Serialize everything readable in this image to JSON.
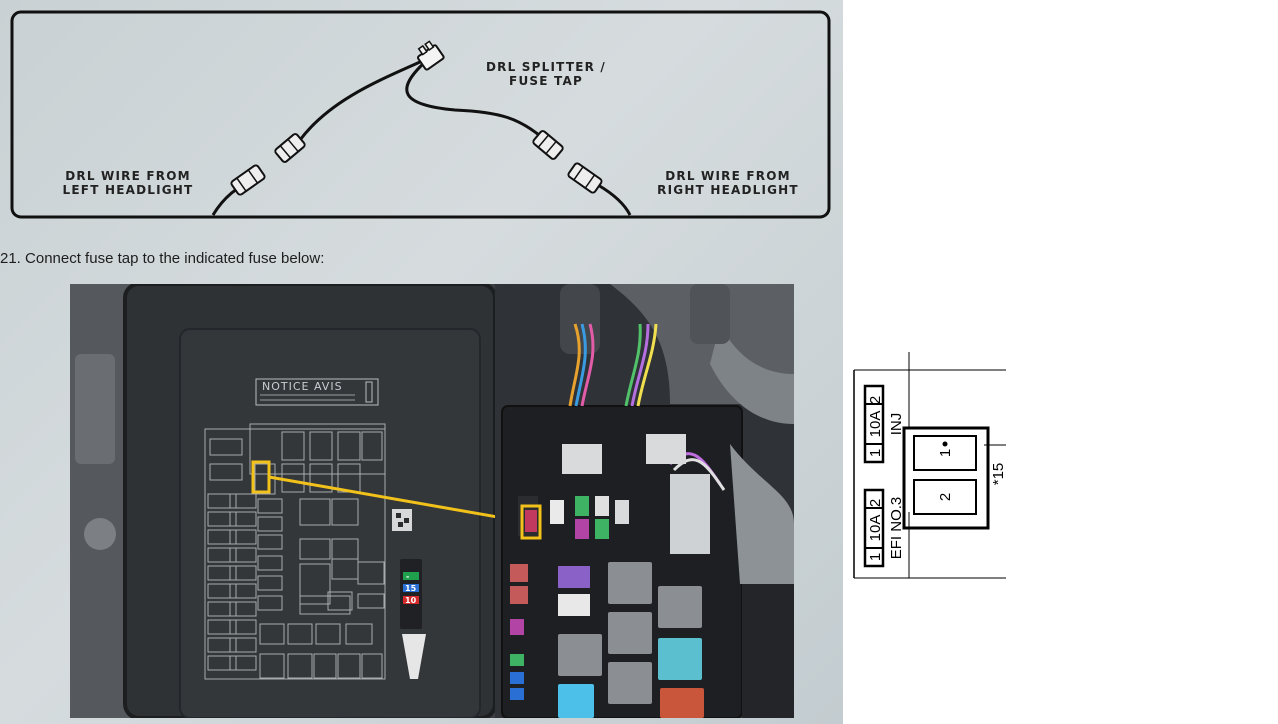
{
  "wiring": {
    "splitter_label_line1": "DRL SPLITTER /",
    "splitter_label_line2": "FUSE TAP",
    "left_label_line1": "DRL WIRE FROM",
    "left_label_line2": "LEFT HEADLIGHT",
    "right_label_line1": "DRL WIRE FROM",
    "right_label_line2": "RIGHT HEADLIGHT"
  },
  "step": {
    "text": "21. Connect fuse tap to the indicated fuse below:"
  },
  "photo": {
    "notice": "NOTICE  AVIS",
    "highlight_color": "#f2c21b"
  },
  "schematic": {
    "fuse_top_number": "1",
    "fuse_top_rating": "10A",
    "fuse_top_pin": "2",
    "fuse_top_name": "INJ",
    "fuse_bottom_number": "1",
    "fuse_bottom_rating": "10A",
    "fuse_bottom_pin": "2",
    "fuse_bottom_name": "EFI NO.3",
    "relay_pin1": "1",
    "relay_pin2": "2",
    "relay_ref": "*15"
  }
}
